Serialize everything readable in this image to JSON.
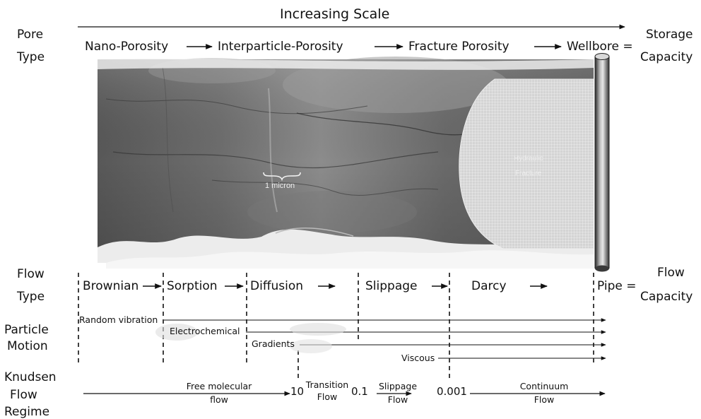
{
  "scale_label": "Increasing Scale",
  "left_labels": {
    "pore": [
      "Pore",
      "Type"
    ],
    "flow": [
      "Flow",
      "Type"
    ],
    "particle": [
      "Particle",
      "Motion"
    ],
    "knudsen": [
      "Knudsen",
      "Flow",
      "Regime"
    ]
  },
  "right_labels": {
    "storage": [
      "Storage",
      "Capacity"
    ],
    "flow_capacity": [
      "Flow",
      "Capacity"
    ]
  },
  "pore_types": [
    "Nano-Porosity",
    "Interparticle-Porosity",
    "Fracture Porosity",
    "Wellbore ="
  ],
  "flow_types": [
    "Brownian",
    "Sorption",
    "Diffusion",
    "Slippage",
    "Darcy",
    "Pipe ="
  ],
  "particle_motions": [
    "Random vibration",
    "Electrochemical",
    "Gradients",
    "Viscous"
  ],
  "image_labels": {
    "scale_bar": "1 micron",
    "fracture": [
      "Hydraulic",
      "Fracture"
    ]
  },
  "knudsen": {
    "regimes": [
      [
        "Free molecular",
        "flow"
      ],
      [
        "Transition",
        "Flow"
      ],
      [
        "Slippage",
        "Flow"
      ],
      [
        "Continuum",
        "Flow"
      ]
    ],
    "boundaries": [
      "10",
      "0.1",
      "0.001"
    ]
  }
}
